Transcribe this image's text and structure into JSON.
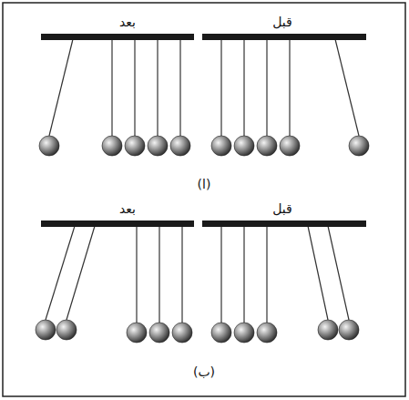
{
  "diagram": {
    "labels": [
      "بعد",
      "قبل",
      "(ا)",
      "بعد",
      "قبل",
      "(ب)"
    ]
  }
}
